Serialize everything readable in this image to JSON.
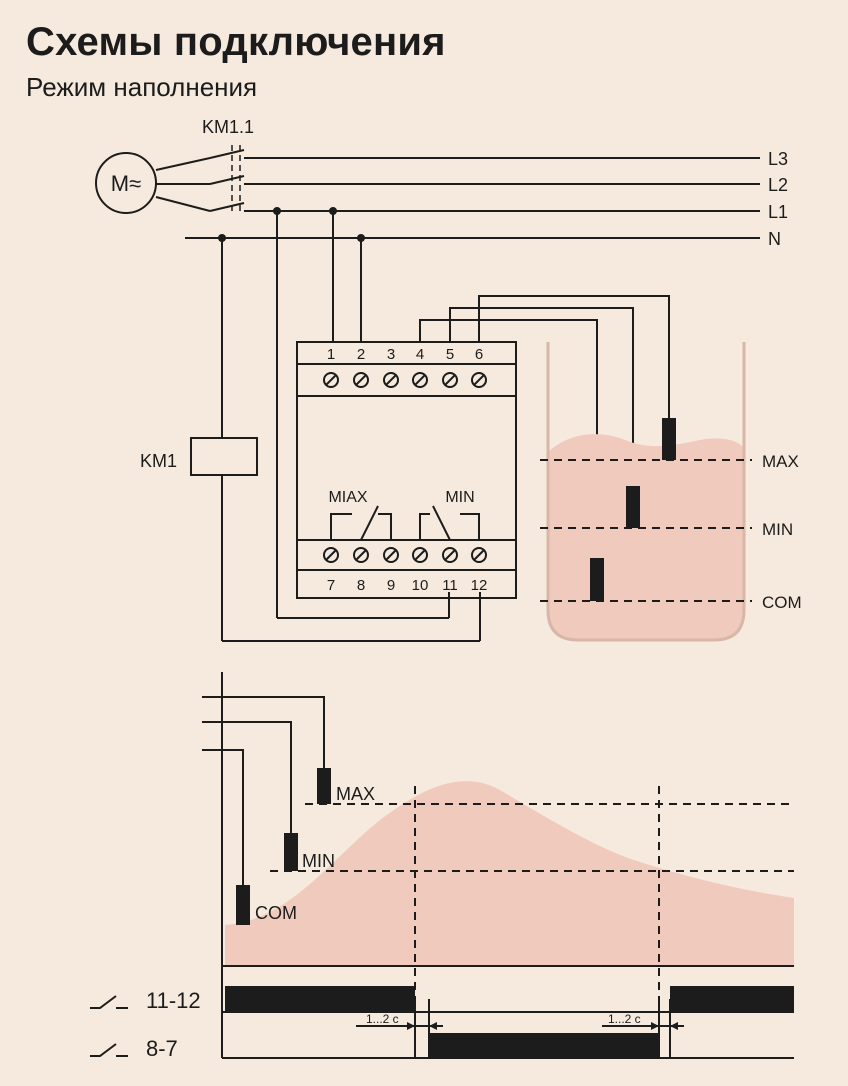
{
  "header": {
    "title": "Схемы подключения",
    "subtitle": "Режим наполнения"
  },
  "wiring": {
    "contact_label": "KM1.1",
    "motor_label": "M≈",
    "coil_label": "KM1",
    "lines": [
      "L3",
      "L2",
      "L1",
      "N"
    ]
  },
  "relay": {
    "top_terminals": [
      "1",
      "2",
      "3",
      "4",
      "5",
      "6"
    ],
    "bottom_terminals": [
      "7",
      "8",
      "9",
      "10",
      "11",
      "12"
    ],
    "contact_max_label": "MIAX",
    "contact_min_label": "MIN"
  },
  "tank": {
    "levels": [
      "MAX",
      "MIN",
      "COM"
    ]
  },
  "timing": {
    "levels": [
      "MAX",
      "MIN",
      "COM"
    ],
    "outputs": [
      "11-12",
      "8-7"
    ],
    "delay_label": "1...2 c"
  },
  "colors": {
    "background": "#f5eadd",
    "liquid": "#f0cabd",
    "ink": "#1c1c1c"
  }
}
